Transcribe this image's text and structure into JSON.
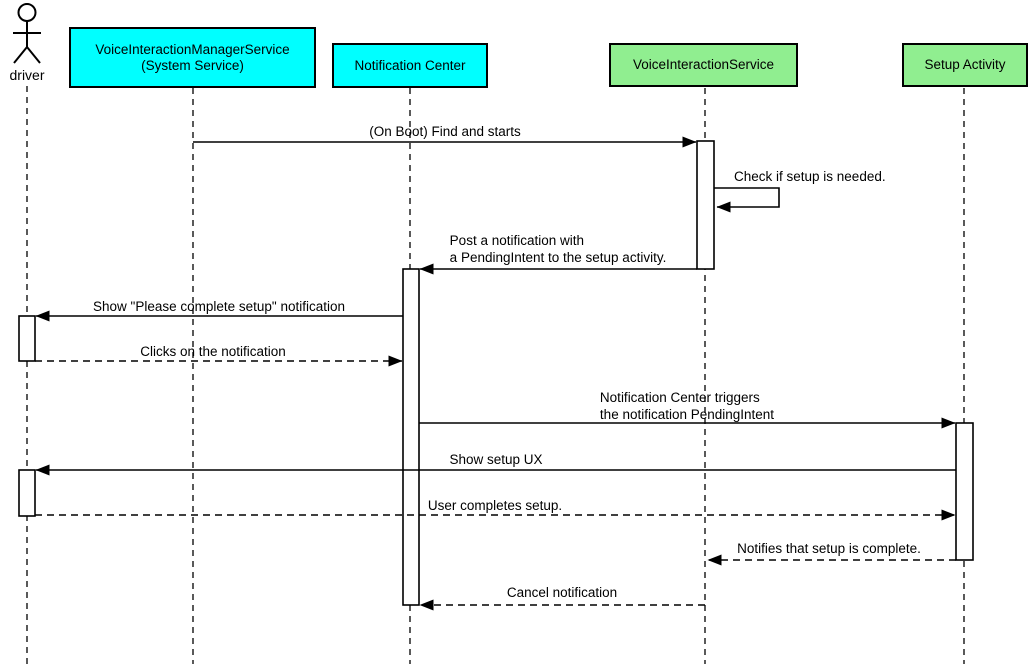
{
  "diagram": {
    "type": "uml-sequence",
    "background": "#ffffff",
    "colors": {
      "participant_cyan": "#00ffff",
      "participant_green": "#90ee90",
      "line": "#000000",
      "activation_fill": "#ffffff"
    },
    "actor": {
      "label": "driver"
    },
    "participants": [
      {
        "id": "voice-interaction-manager-service",
        "lines": [
          "VoiceInteractionManagerService",
          "(System Service)"
        ],
        "color": "#00ffff"
      },
      {
        "id": "notification-center",
        "label": "Notification Center",
        "color": "#00ffff"
      },
      {
        "id": "voice-interaction-service",
        "label": "VoiceInteractionService",
        "color": "#90ee90"
      },
      {
        "id": "setup-activity",
        "label": "Setup Activity",
        "color": "#90ee90"
      }
    ],
    "messages": [
      {
        "n": 1,
        "from": "voice-interaction-manager-service",
        "to": "voice-interaction-service",
        "style": "solid",
        "label": "(On Boot) Find and starts"
      },
      {
        "n": 2,
        "from": "voice-interaction-service",
        "to": "voice-interaction-service",
        "style": "solid",
        "self": true,
        "label": "Check if setup is needed."
      },
      {
        "n": 3,
        "from": "voice-interaction-service",
        "to": "notification-center",
        "style": "solid",
        "lines": [
          "Post a notification with",
          "a PendingIntent to the setup activity."
        ]
      },
      {
        "n": 4,
        "from": "notification-center",
        "to": "driver",
        "style": "solid",
        "label": "Show \"Please complete setup\" notification"
      },
      {
        "n": 5,
        "from": "driver",
        "to": "notification-center",
        "style": "dashed",
        "label": "Clicks on the notification"
      },
      {
        "n": 6,
        "from": "notification-center",
        "to": "setup-activity",
        "style": "solid",
        "lines": [
          "Notification Center triggers",
          "the notification PendingIntent"
        ]
      },
      {
        "n": 7,
        "from": "setup-activity",
        "to": "driver",
        "style": "solid",
        "label": "Show setup UX"
      },
      {
        "n": 8,
        "from": "driver",
        "to": "setup-activity",
        "style": "dashed",
        "label": "User completes setup."
      },
      {
        "n": 9,
        "from": "setup-activity",
        "to": "voice-interaction-service",
        "style": "dashed",
        "label": "Notifies that setup is complete."
      },
      {
        "n": 10,
        "from": "voice-interaction-service",
        "to": "notification-center",
        "style": "dashed",
        "label": "Cancel notification"
      }
    ]
  }
}
